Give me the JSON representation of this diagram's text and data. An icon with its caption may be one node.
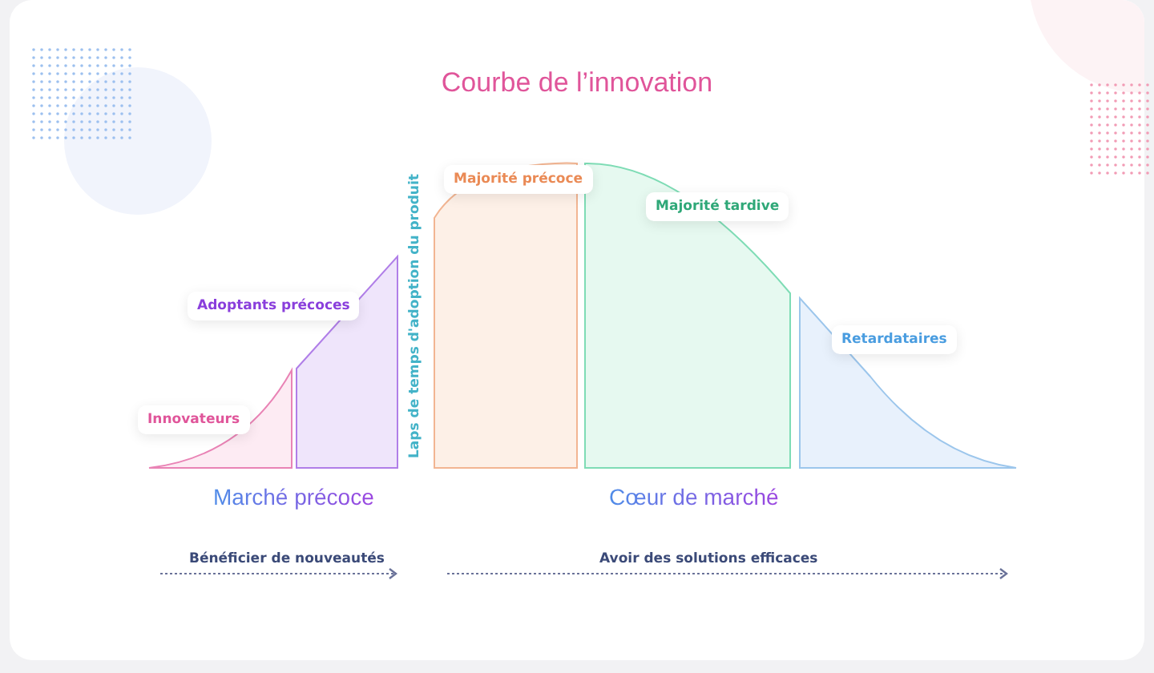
{
  "diagram": {
    "title": "Courbe de l’innovation",
    "nodes": [
      {
        "text": [
          "Innovateurs"
        ]
      },
      {
        "text": [
          "Adoptants précoces"
        ]
      },
      {
        "text": [
          "Majorité précoce"
        ]
      },
      {
        "text": [
          "Majorité tardive"
        ]
      },
      {
        "text": [
          "Retardataires"
        ]
      }
    ],
    "labels": [
      "Laps de temps d'adoption du produit",
      "Marché précoce",
      "Cœur de marché",
      "Bénéficier de nouveautés",
      "Avoir des solutions efficaces"
    ]
  }
}
